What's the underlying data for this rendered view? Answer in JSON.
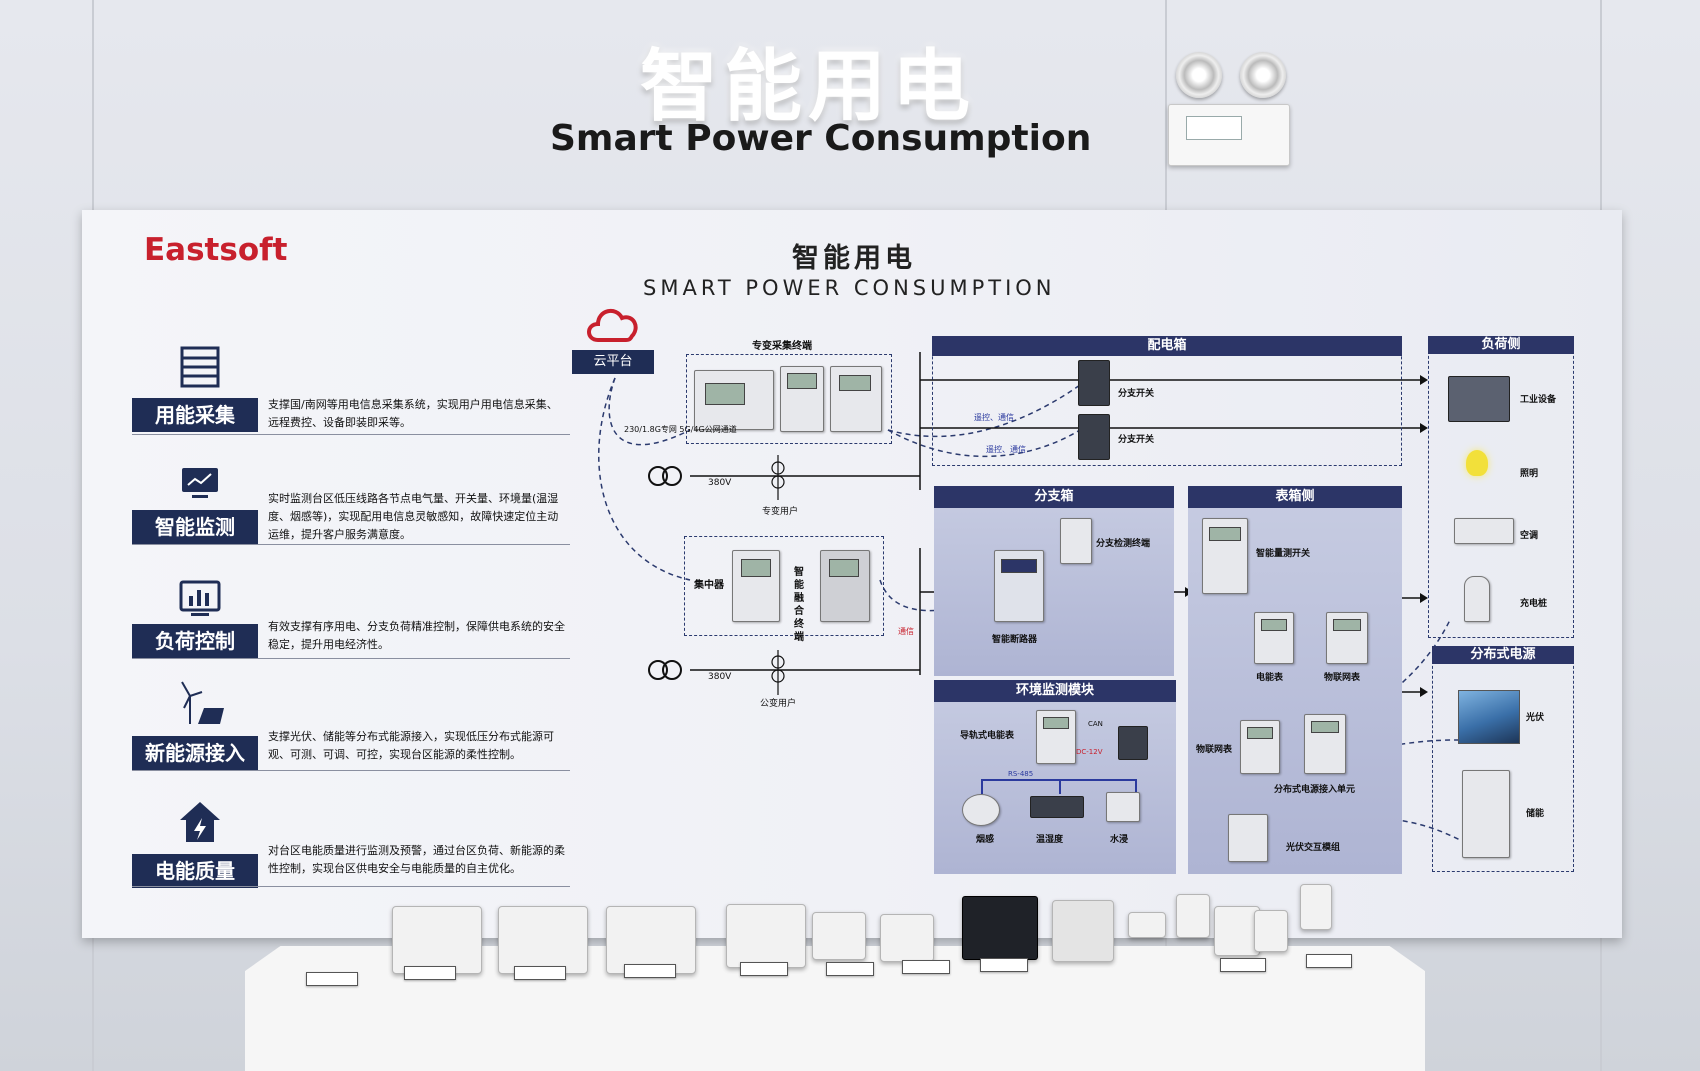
{
  "wall_sign": {
    "title_cn": "智能用电",
    "title_en": "Smart Power Consumption"
  },
  "board": {
    "brand": "Eastsoft",
    "title_cn": "智能用电",
    "title_en": "SMART POWER CONSUMPTION",
    "features": [
      {
        "label": "用能采集",
        "icon": "server-icon",
        "desc": "支撑国/南网等用电信息采集系统，实现用户用电信息采集、远程费控、设备即装即采等。"
      },
      {
        "label": "智能监测",
        "icon": "monitor-icon",
        "desc": "实时监测台区低压线路各节点电气量、开关量、环境量(温湿度、烟感等)，实现配用电信息灵敏感知，故障快速定位主动运维，提升客户服务满意度。"
      },
      {
        "label": "负荷控制",
        "icon": "chart-icon",
        "desc": "有效支撑有序用电、分支负荷精准控制，保障供电系统的安全稳定，提升用电经济性。"
      },
      {
        "label": "新能源接入",
        "icon": "wind-solar-icon",
        "desc": "支撑光伏、储能等分布式能源接入，实现低压分布式能源可观、可测、可调、可控，实现台区能源的柔性控制。"
      },
      {
        "label": "电能质量",
        "icon": "house-bolt-icon",
        "desc": "对台区电能质量进行监测及预警，通过台区负荷、新能源的柔性控制，实现台区供电安全与电能质量的自主优化。"
      }
    ],
    "diagram": {
      "cloud_label": "云平台",
      "special_terminal": "专变采集终端",
      "network_note": "230/1.8G专网 5G/4G公网通道",
      "v380": "380V",
      "special_user": "专变用户",
      "public_user": "公变用户",
      "concentrator": "集中器",
      "fusion_terminal": "智能融合终端",
      "comm": "通信",
      "remote_comm": "遥控、通信",
      "distribution_box": "配电箱",
      "branch_switch": "分支开关",
      "branch_box": "分支箱",
      "branch_detect": "分支检测终端",
      "smart_breaker": "智能断路器",
      "meter_side": "表箱侧",
      "smart_measure_switch": "智能量测开关",
      "energy_meter": "电能表",
      "iot_meter": "物联网表",
      "env_module": "环境监测模块",
      "rail_meter": "导轨式电能表",
      "can": "CAN",
      "dc12": "DC-12V",
      "rs485": "RS-485",
      "smoke": "烟感",
      "temp_humidity": "温湿度",
      "water": "水浸",
      "iot_meter_2": "物联网表",
      "dist_power_unit": "分布式电源接入单元",
      "pv_module": "光伏交互模组",
      "load_side": "负荷侧",
      "industrial": "工业设备",
      "lighting": "照明",
      "ac": "空调",
      "charger": "充电桩",
      "dist_power": "分布式电源",
      "pv": "光伏",
      "storage": "储能"
    }
  }
}
